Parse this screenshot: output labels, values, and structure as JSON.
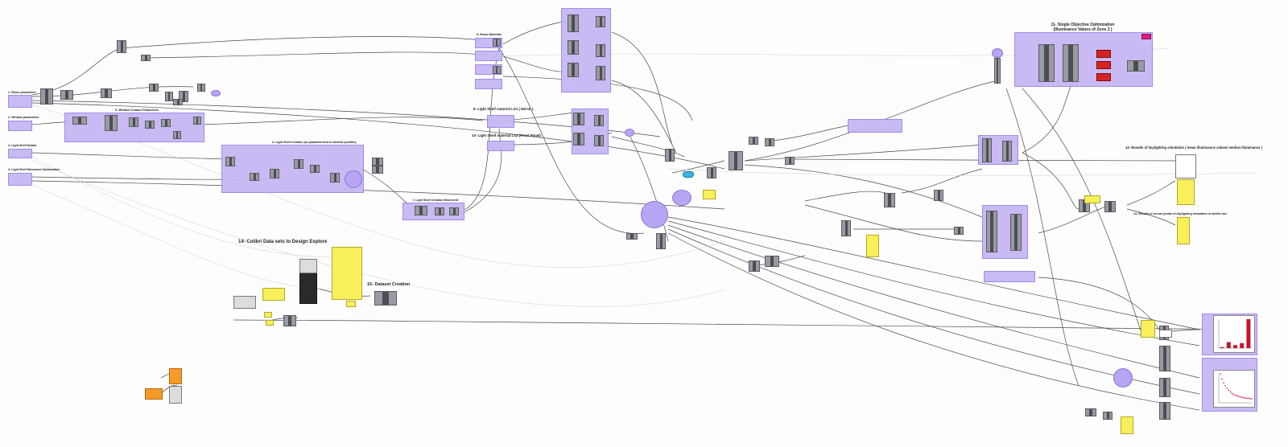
{
  "titles": {
    "t1": "1- Room parameters",
    "t2": "2- Window parameters",
    "t3": "3- Light Shelf Details",
    "t4": "4- Light Shelf Movement Optimization",
    "t5": "5- Window Creation Parameters",
    "t6": "6- Light Shelf Creation (as parameterized to window position)",
    "t7": "7- Light Shelf Creation Movement",
    "t8": "8- Room Materials",
    "t9": "9- Light Shelf material LS1 ( Mirror )",
    "t10": "10- Light Shelf material LS2 (Front Panel)",
    "t11a": "11-  Single Objective Optimization",
    "t11b": "(Illuminance Values of Zone 2 )",
    "t12": "12- Results of  daylighting simulation ( mean illuminance values/ median illuminance )",
    "t13": "13- Results of sensor points of daylighting simulation of middle box",
    "t14": "14- Colibri Data sets to Design Explore",
    "t15": "15- Dataset Creation"
  },
  "colors": {
    "group": "#c7b7f3",
    "panel": "#f7f05a",
    "component": "#9a9aa3",
    "wire": "#4a4a4a",
    "orange": "#f49a28",
    "red": "#d42424",
    "cyan": "#3ab4e0"
  },
  "chart_data": [
    {
      "type": "bar",
      "categories": [
        "1",
        "2",
        "3",
        "4",
        "5"
      ],
      "values": [
        2,
        12,
        6,
        10,
        58
      ],
      "title": "",
      "xlabel": "",
      "ylabel": ""
    },
    {
      "type": "scatter",
      "x": [
        1,
        2,
        3,
        4,
        5,
        6,
        7,
        8,
        9,
        10,
        11,
        12,
        13,
        14,
        15,
        16,
        17,
        18,
        19,
        20
      ],
      "y": [
        58,
        48,
        40,
        34,
        29,
        25,
        22,
        19,
        17,
        15,
        14,
        13,
        12,
        11,
        10,
        10,
        9,
        9,
        8,
        8
      ],
      "title": "",
      "xlabel": "",
      "ylabel": ""
    }
  ]
}
